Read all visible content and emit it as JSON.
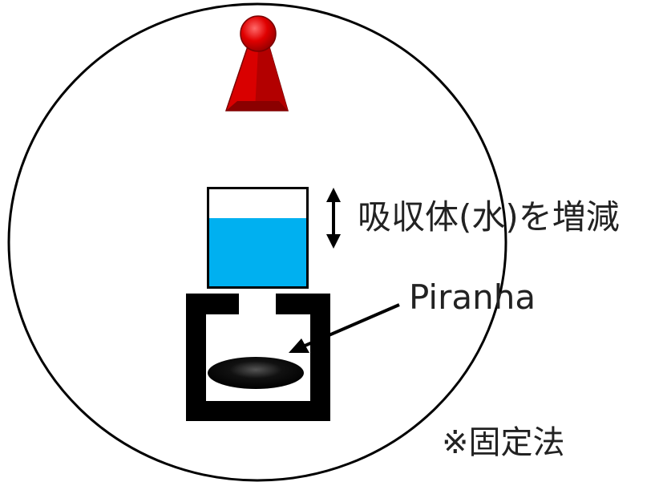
{
  "labels": {
    "absorber": "吸収体(水)を増減",
    "detector": "Piranha",
    "method": "※固定法"
  },
  "colors": {
    "background": "#ffffff",
    "outline": "#000000",
    "water": "#00b0f0",
    "source_red": "#e00000",
    "source_dark": "#8b0000",
    "housing": "#000000"
  },
  "icons": {
    "source": "red-pawn-source-icon",
    "adjust": "double-arrow-icon",
    "sensor": "oval-sensor-icon"
  }
}
